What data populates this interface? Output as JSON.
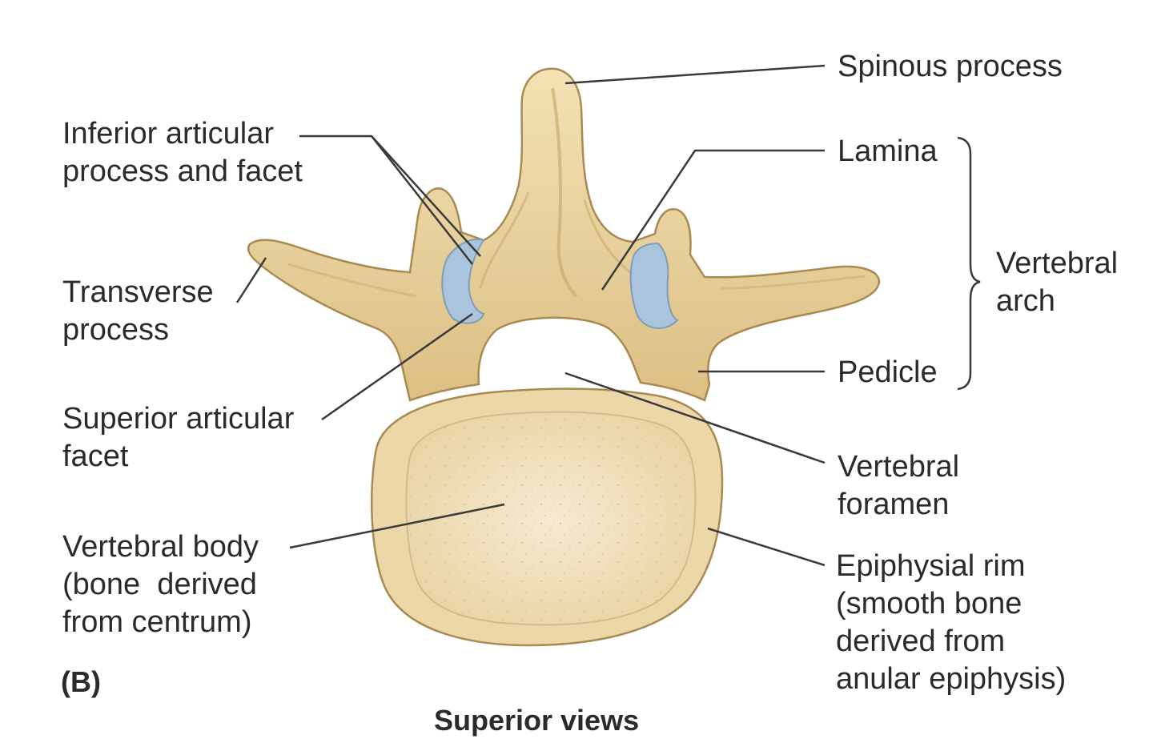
{
  "figure": {
    "panel_letter": "(B)",
    "caption": "Superior views",
    "labels": {
      "spinous_process": "Spinous process",
      "lamina": "Lamina",
      "vertebral_arch": [
        "Vertebral",
        "arch"
      ],
      "pedicle": "Pedicle",
      "inferior_articular": [
        "Inferior articular",
        "process and facet"
      ],
      "transverse_process": [
        "Transverse",
        "process"
      ],
      "superior_articular": [
        "Superior articular",
        "facet"
      ],
      "vertebral_body": [
        "Vertebral body",
        "(bone  derived",
        "from centrum)"
      ],
      "vertebral_foramen": [
        "Vertebral",
        "foramen"
      ],
      "epiphysial_rim": [
        "Epiphysial rim",
        "(smooth bone",
        "derived from",
        "anular epiphysis)"
      ]
    },
    "colors": {
      "bone": "#eed9a6",
      "bone_shadow": "#c9ac6e",
      "bone_outline": "#a88a52",
      "body_surface": "#f2e3bf",
      "cartilage": "#a9c4dc",
      "leader": "#3a3a3a"
    }
  }
}
